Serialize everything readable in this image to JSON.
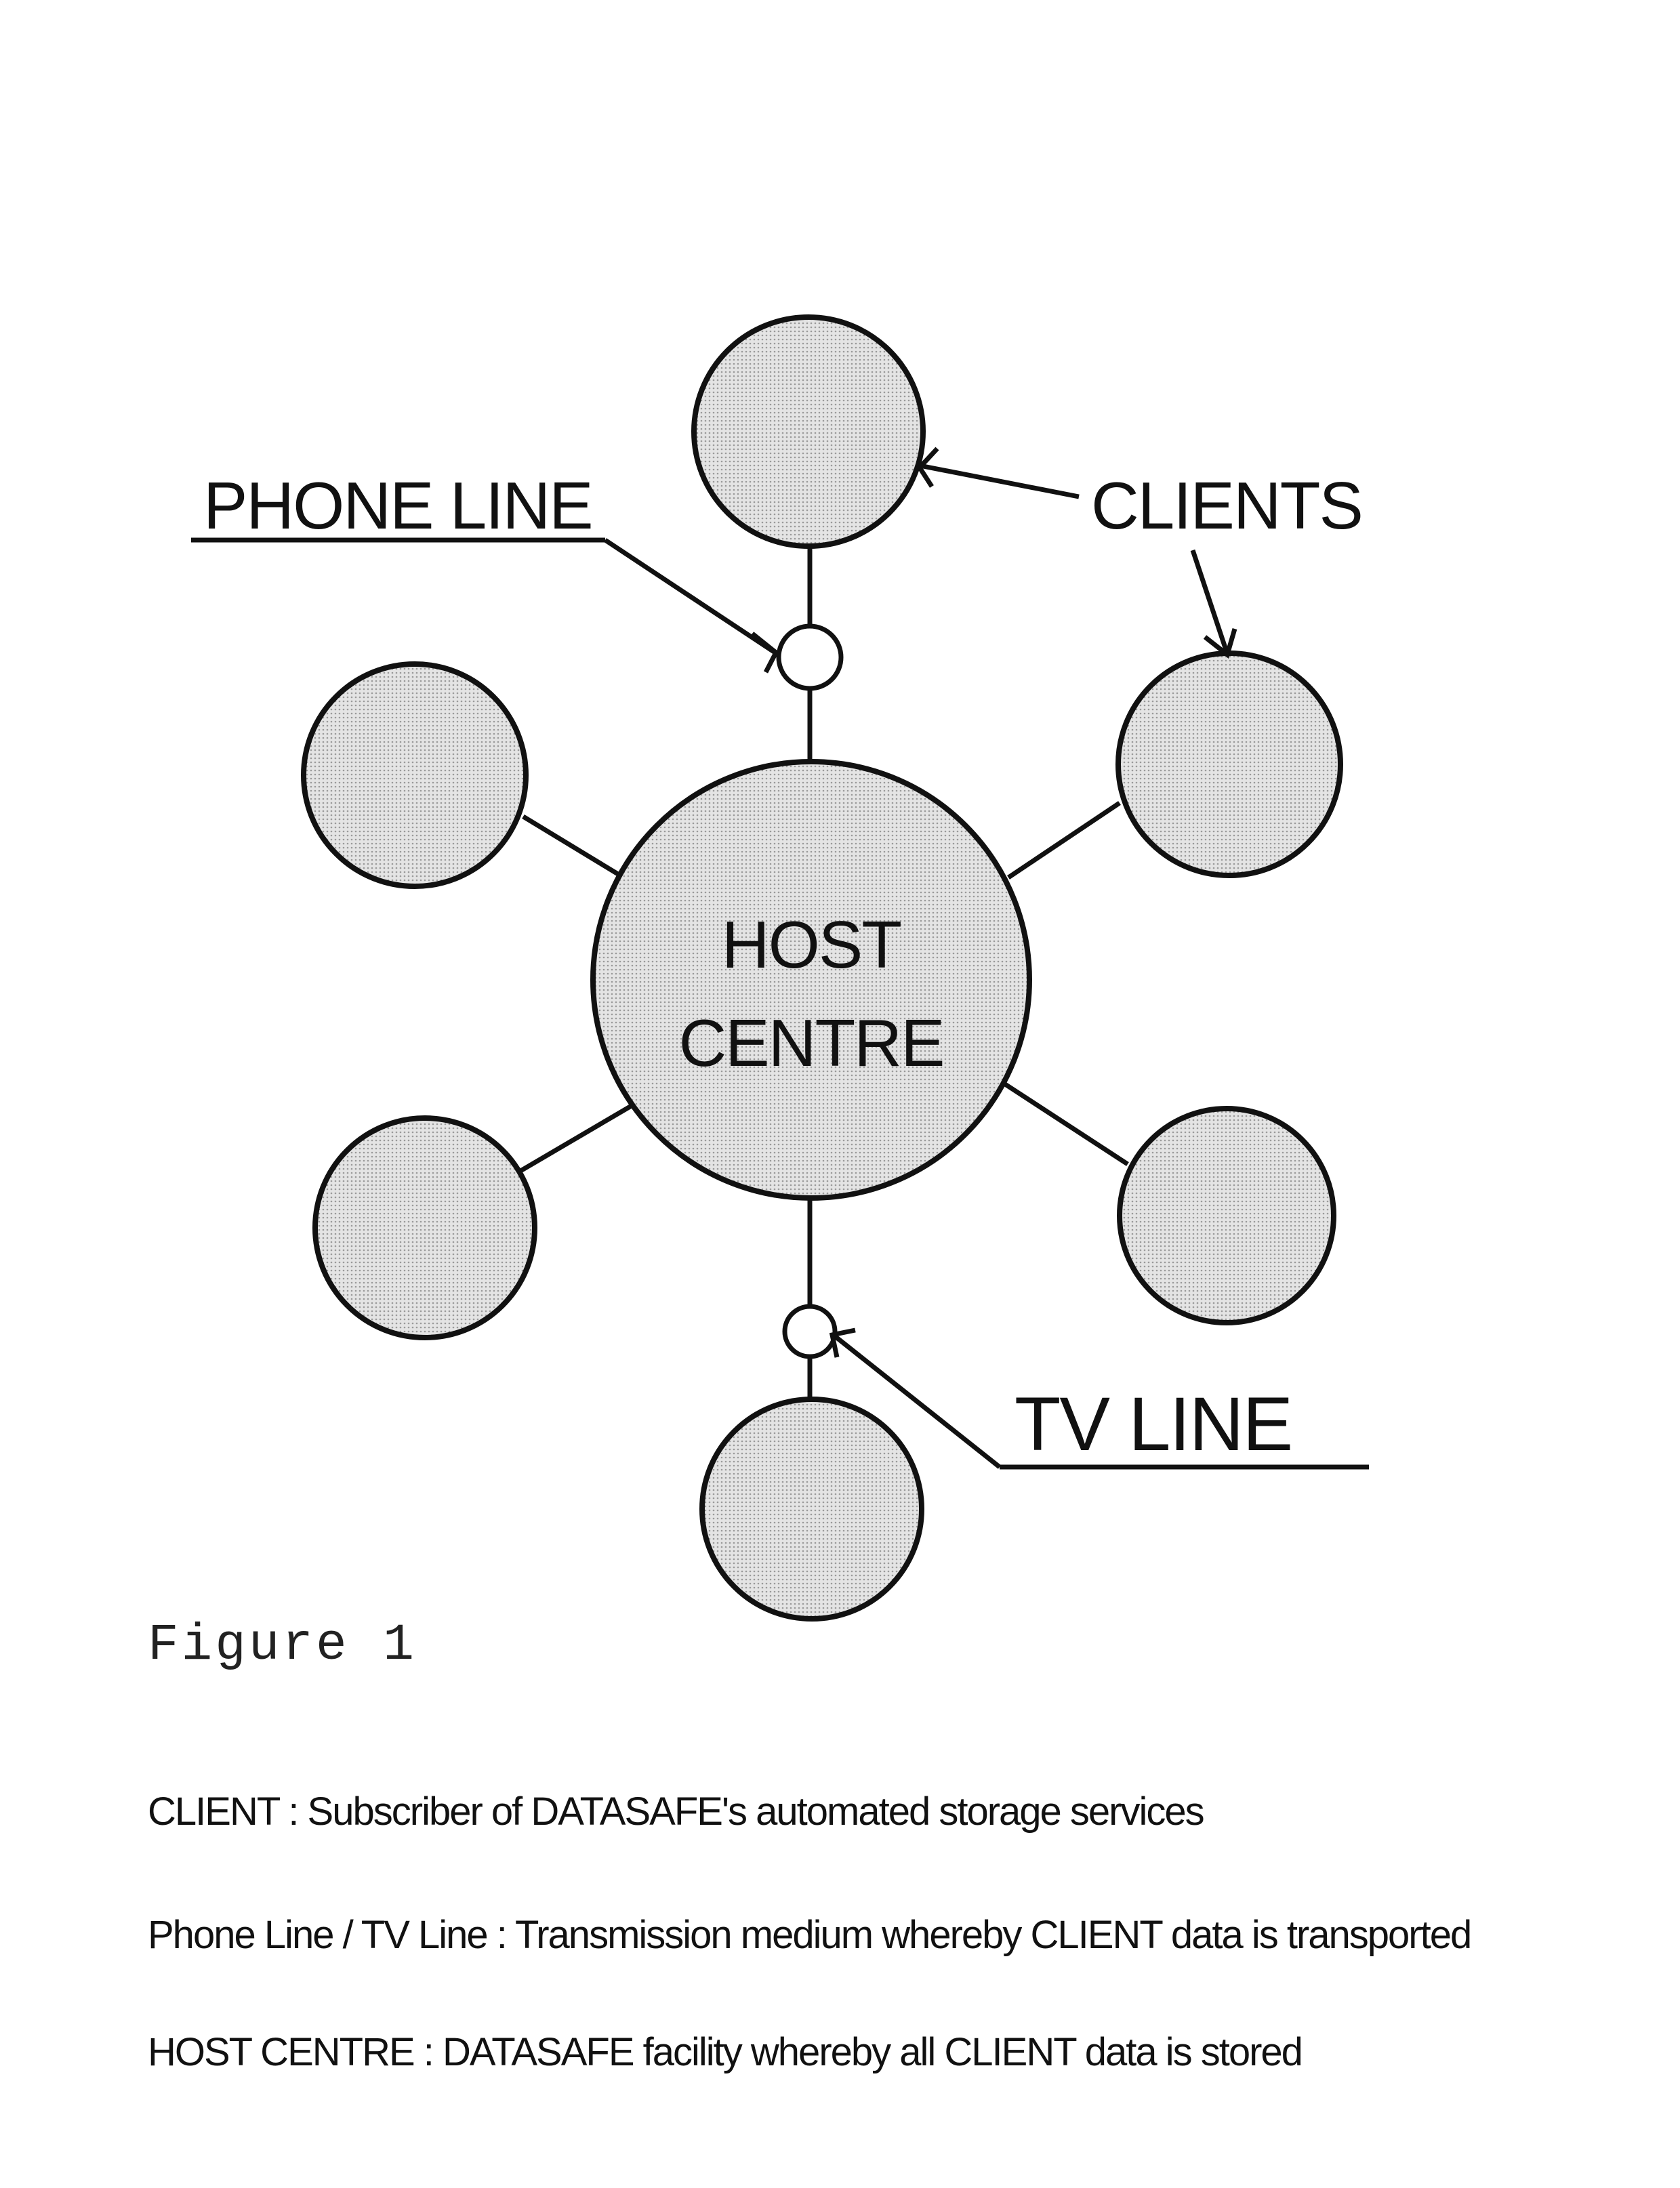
{
  "diagram": {
    "nodes": {
      "host": "HOST CENTRE",
      "host_line1": "HOST",
      "host_line2": "CENTRE",
      "client_count": 6
    },
    "labels": {
      "phone_line": "PHONE LINE",
      "clients": "CLIENTS",
      "tv_line": "TV LINE"
    },
    "colors": {
      "node_fill": "#d9d9d9",
      "stroke": "#111111",
      "background": "#ffffff"
    }
  },
  "caption": "Figure 1",
  "legend": [
    "CLIENT : Subscriber of DATASAFE's automated storage services",
    "Phone Line / TV Line : Transmission medium whereby CLIENT data is transported",
    "HOST CENTRE : DATASAFE facility whereby all CLIENT data is stored"
  ]
}
